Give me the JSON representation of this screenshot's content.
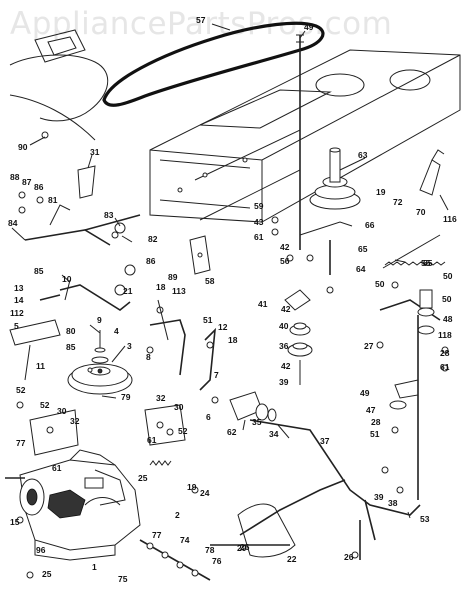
{
  "watermark": "AppliancePartsPros.com",
  "part_numbers": {
    "p57": "57",
    "p49": "49",
    "p90": "90",
    "p31": "31",
    "p63": "63",
    "p88": "88",
    "p86": "86",
    "p87": "87",
    "p81": "81",
    "p83": "83",
    "p82": "82",
    "p84": "84",
    "p85a": "85",
    "p10": "10",
    "p89": "89",
    "p13": "13",
    "p14": "14",
    "p112": "112",
    "p5": "5",
    "p80": "80",
    "p85b": "85",
    "p11": "11",
    "p9": "9",
    "p21": "21",
    "p4": "4",
    "p3": "3",
    "p86b": "86",
    "p59": "59",
    "p18a": "18",
    "p113": "113",
    "p58": "58",
    "p50a": "50",
    "p43": "43",
    "p61a": "61",
    "p56": "56",
    "p66": "66",
    "p19": "19",
    "p72": "72",
    "p70": "70",
    "p116": "116",
    "p42a": "42",
    "p65a": "65",
    "p64": "64",
    "p65b": "65",
    "p41": "41",
    "p42b": "42",
    "p40": "40",
    "p36": "36",
    "p42c": "42",
    "p39a": "39",
    "p50b": "50",
    "p50c": "50",
    "p48": "48",
    "p118": "118",
    "p27": "27",
    "p28": "28",
    "p61b": "61",
    "p49b": "49",
    "p47": "47",
    "p28b": "28",
    "p51a": "51",
    "p51b": "51",
    "p6": "6",
    "p8": "8",
    "p18b": "18",
    "p12": "12",
    "p7": "7",
    "p62": "62",
    "p35": "35",
    "p34": "34",
    "p37": "37",
    "p79": "79",
    "p52a": "52",
    "p52b": "52",
    "p30a": "30",
    "p32a": "32",
    "p32b": "32",
    "p30b": "30",
    "p77a": "77",
    "p61c": "61",
    "p61d": "61",
    "p52c": "52",
    "p25a": "25",
    "p19b": "19",
    "p24": "24",
    "p2": "2",
    "p77b": "77",
    "p74": "74",
    "p78": "78",
    "p76": "76",
    "p75": "75",
    "p15": "15",
    "p96": "96",
    "p1": "1",
    "p25b": "25",
    "p29": "29",
    "p26a": "26",
    "p22": "22",
    "p26b": "26",
    "p39b": "39",
    "p38": "38",
    "p53": "53",
    "p55": "55"
  }
}
